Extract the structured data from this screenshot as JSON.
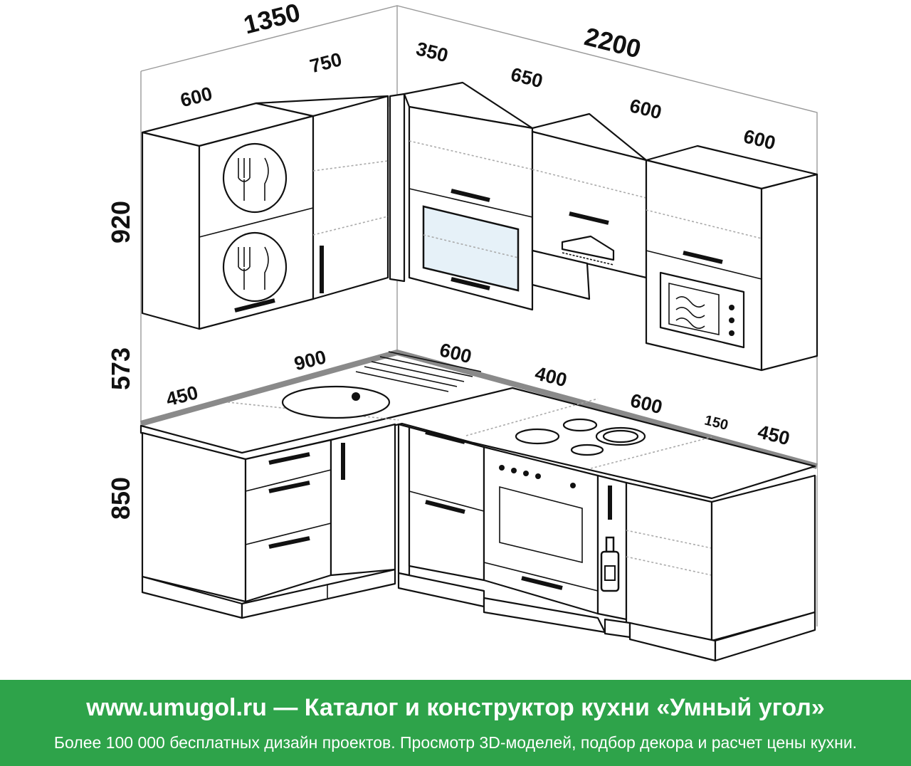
{
  "dimensions": {
    "left_wall_total": "1350",
    "back_wall_total": "2200",
    "upper_left_600": "600",
    "upper_left_750": "750",
    "upper_back_350": "350",
    "upper_back_650": "650",
    "upper_back_600a": "600",
    "upper_back_600b": "600",
    "height_upper": "920",
    "height_gap": "573",
    "height_base": "850",
    "base_left_450": "450",
    "base_left_900": "900",
    "base_back_600": "600",
    "base_back_400": "400",
    "base_back_600b": "600",
    "base_back_150": "150",
    "base_back_450": "450"
  },
  "banner": {
    "title": "www.umugol.ru  —  Каталог и конструктор кухни «Умный угол»",
    "subtitle": "Более 100 000 бесплатных дизайн проектов. Просмотр 3D-моделей, подбор декора и расчет цены кухни."
  },
  "colors": {
    "banner_bg": "#2ea34a",
    "banner_text": "#ffffff",
    "glass": "#e6f1f8"
  },
  "icons": [
    "fork-knife-icon",
    "fork-knife-icon",
    "range-hood-icon",
    "microwave-icon",
    "sink-icon",
    "cooktop-icon",
    "oven-icon",
    "bottle-icon"
  ]
}
